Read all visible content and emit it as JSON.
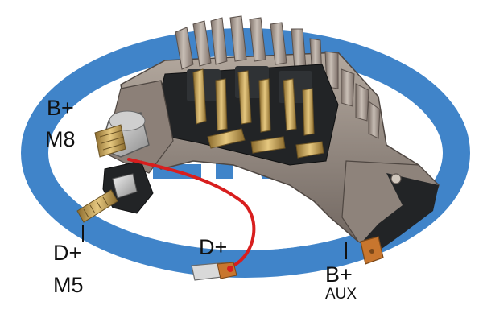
{
  "labels": {
    "b_plus_m8_top": "B+",
    "m8": "M8",
    "d_plus_m5_top": "D+",
    "m5": "M5",
    "d_plus_wire": "D+",
    "b_plus_aux_top": "B+",
    "aux": "AUX"
  },
  "colors": {
    "logo_blue": "#1f6fc0",
    "wire_red": "#d81e1e",
    "housing_black": "#222426",
    "heatsink_metal": "#9b8f86",
    "brass_terminal": "#c9a04a",
    "copper_tab": "#c8762e"
  }
}
